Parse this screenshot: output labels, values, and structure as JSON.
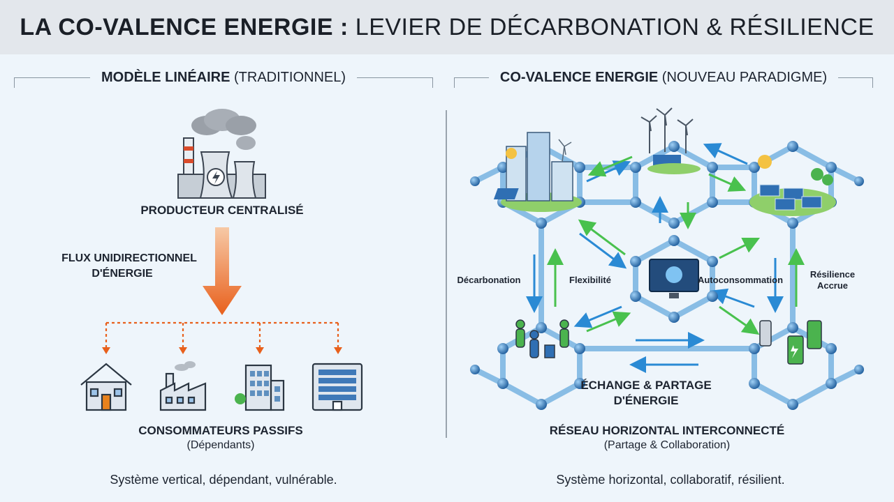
{
  "title": {
    "bold": "LA CO-VALENCE ENERGIE :",
    "rest": " LEVIER DE DÉCARBONATION & RÉSILIENCE"
  },
  "left": {
    "heading_bold": "MODÈLE LINÉAIRE",
    "heading_rest": " (TRADITIONNEL)",
    "producer": "PRODUCTEUR CENTRALISÉ",
    "flow_line1": "FLUX UNIDIRECTIONNEL",
    "flow_line2": "D'ÉNERGIE",
    "consumers": "CONSOMMATEURS PASSIFS",
    "consumers_sub": "(Dépendants)",
    "summary": "Système vertical, dépendant, vulnérable."
  },
  "right": {
    "heading_bold": "CO-VALENCE ENERGIE",
    "heading_rest": " (NOUVEAU PARADIGME)",
    "labels": {
      "decarbonation": "Décarbonation",
      "flexibilite": "Flexibilité",
      "autoconsommation": "Autoconsommation",
      "resilience1": "Résilience",
      "resilience2": "Accrue"
    },
    "exchange_line1": "ÉCHANGE & PARTAGE",
    "exchange_line2": "D'ÉNERGIE",
    "network": "RÉSEAU HORIZONTAL INTERCONNECTÉ",
    "network_sub": "(Partage & Collaboration)",
    "summary": "Système horizontal, collaboratif, résilient."
  },
  "colors": {
    "orange": "#e8601c",
    "node_blue": "#2f6fb3",
    "arrow_blue": "#2a8ad4",
    "arrow_green": "#49c14e",
    "title_bg": "#e3e7ec"
  },
  "icons": [
    "power-plant-icon",
    "house-icon",
    "factory-icon",
    "office-building-icon",
    "tower-building-icon",
    "city-icon",
    "wind-turbine-icon",
    "solar-farm-icon",
    "ai-monitor-icon",
    "people-icon",
    "ev-battery-icon",
    "sun-icon"
  ]
}
